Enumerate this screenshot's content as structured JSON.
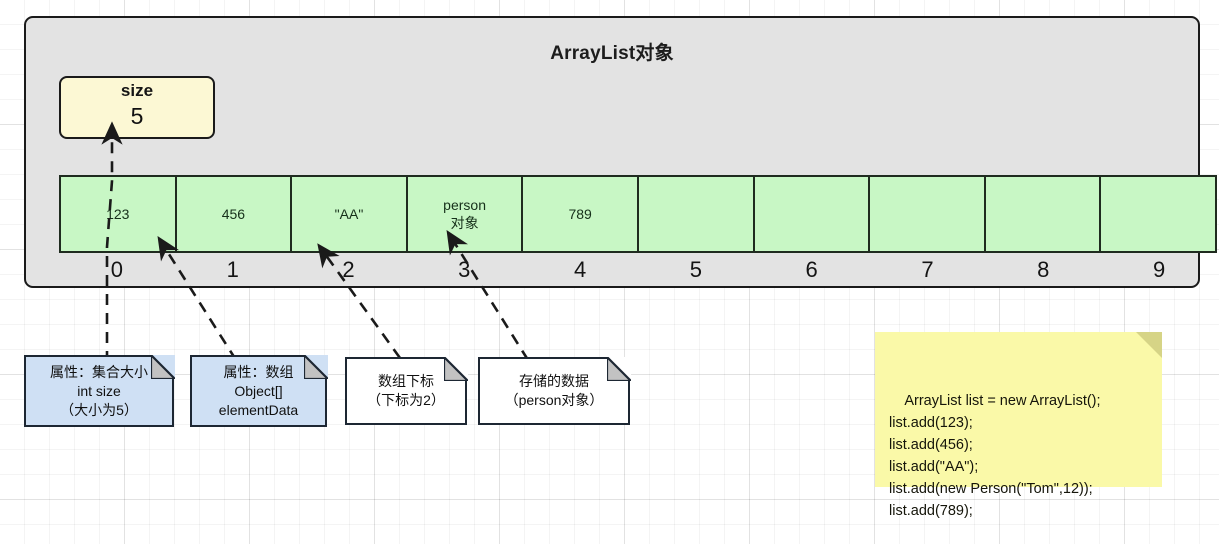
{
  "diagram": {
    "title": "ArrayList对象",
    "size_field": {
      "label": "size",
      "value": "5"
    },
    "array": {
      "cells": [
        "123",
        "456",
        "\"AA\"",
        "person\n对象",
        "789",
        "",
        "",
        "",
        "",
        ""
      ],
      "indices": [
        "0",
        "1",
        "2",
        "3",
        "4",
        "5",
        "6",
        "7",
        "8",
        "9"
      ]
    },
    "notes": [
      {
        "name": "note-size-attribute",
        "style": "blue",
        "text": "属性：集合大小\nint size\n（大小为5）"
      },
      {
        "name": "note-elementdata-attribute",
        "style": "blue",
        "text": "属性：数组\nObject[]\nelementData"
      },
      {
        "name": "note-array-index",
        "style": "white",
        "text": "数组下标\n（下标为2）"
      },
      {
        "name": "note-stored-data",
        "style": "white",
        "text": "存储的数据\n（person对象）"
      }
    ],
    "code_note": "ArrayList list = new ArrayList();\nlist.add(123);\nlist.add(456);\nlist.add(\"AA\");\nlist.add(new Person(\"Tom\",12));\nlist.add(789);"
  },
  "colors": {
    "container_fill": "#e3e3e3",
    "size_fill": "#fcf8d4",
    "cell_fill": "#c8f7c5",
    "note_blue": "#cfe0f4",
    "note_white": "#ffffff",
    "code_fill": "#faf9a8",
    "stroke": "#1a1a1a"
  }
}
